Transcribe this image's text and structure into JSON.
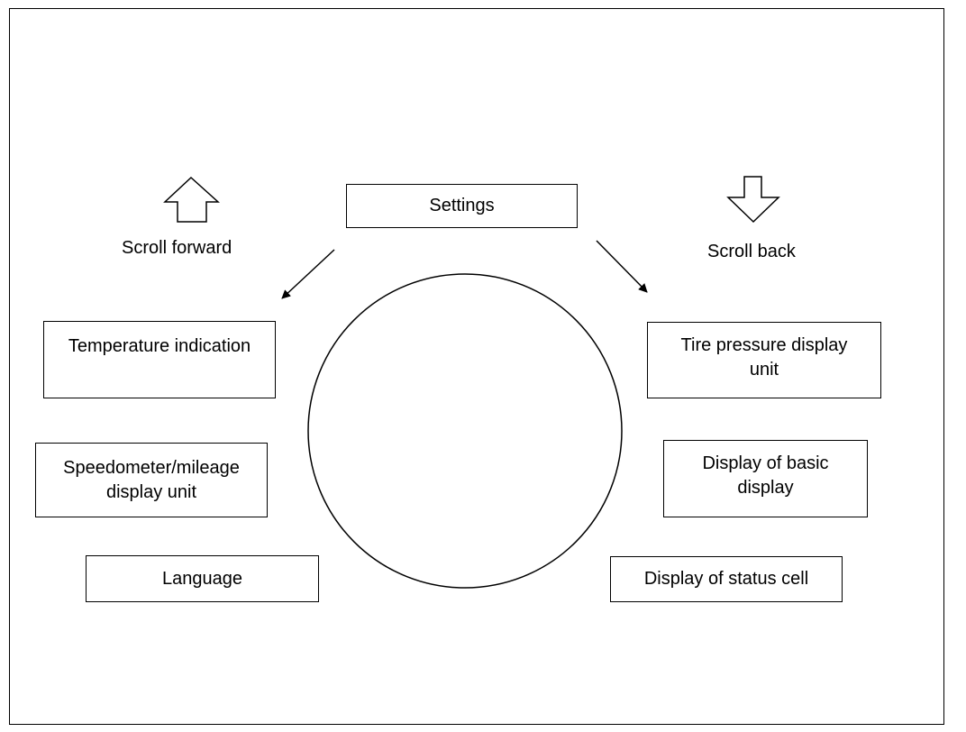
{
  "diagram": {
    "center_item": "Settings",
    "scroll_forward_label": "Scroll forward",
    "scroll_back_label": "Scroll back",
    "left_items": [
      "Temperature indication",
      "Speedometer/mileage\ndisplay unit",
      "Language"
    ],
    "right_items": [
      "Tire pressure display\nunit",
      "Display of basic\ndisplay",
      "Display of status cell"
    ],
    "icons": {
      "forward": "up-arrow-outline-icon",
      "back": "down-arrow-outline-icon",
      "rotary_control": "circle-dial"
    }
  }
}
